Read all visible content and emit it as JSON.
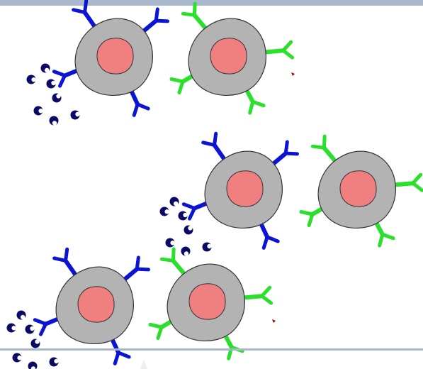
{
  "diagram": {
    "colors": {
      "cell_body": "#b3b3b3",
      "nucleus": "#f08080",
      "outline": "#333333",
      "blue_receptor": "#0b14d4",
      "green_receptor": "#29e02a",
      "ligand": "#0a0a66",
      "rule": "#a9b8cc",
      "background": "#ffffff"
    },
    "scenes": [
      {
        "name": "top",
        "ligand_bound": true,
        "ligand_count": 7
      },
      {
        "name": "middle",
        "ligand_bound": true,
        "ligand_count": 7
      },
      {
        "name": "bottom",
        "ligand_bound": true,
        "ligand_count": 7
      }
    ]
  }
}
